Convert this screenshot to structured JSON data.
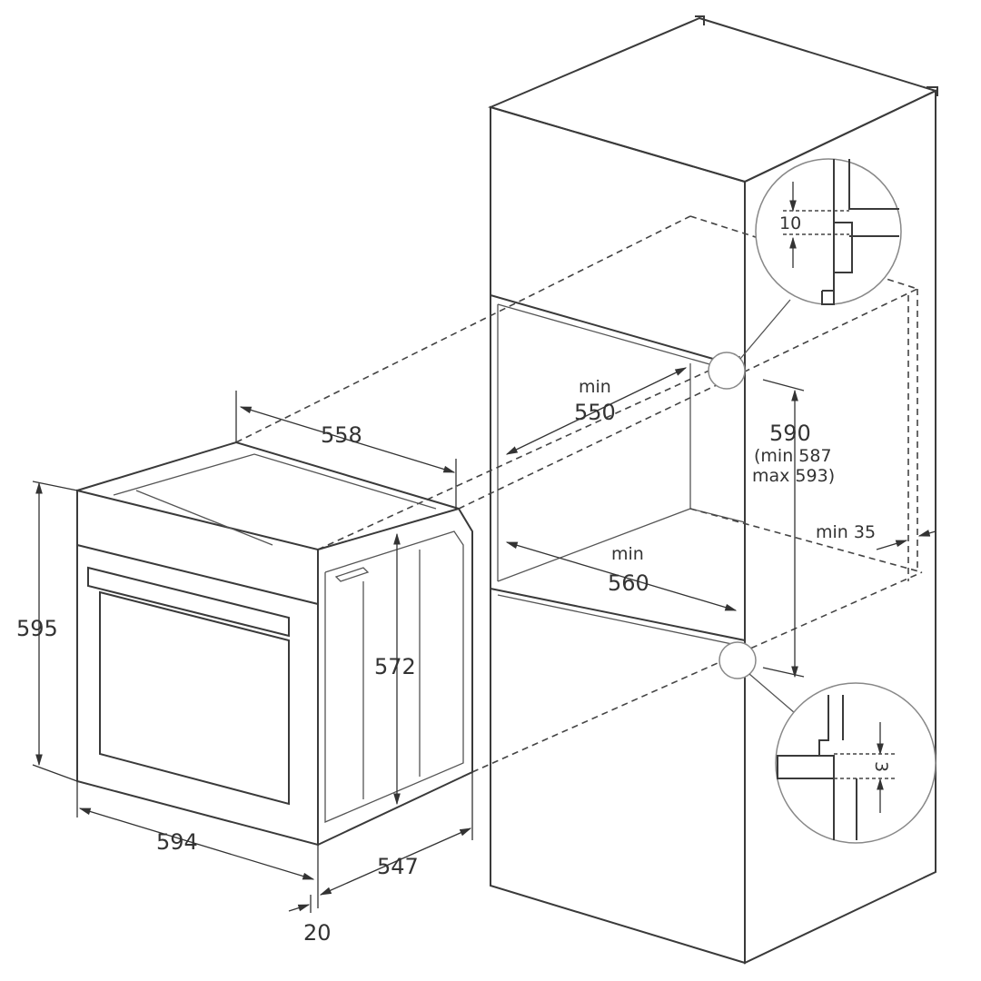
{
  "diagram": {
    "oven": {
      "width_label": "594",
      "height_label": "595",
      "depth_top_label": "558",
      "side_height_label": "572",
      "depth_side_label": "547",
      "front_thickness_label": "20"
    },
    "niche": {
      "depth_prefix": "min",
      "depth_value": "550",
      "height_value": "590",
      "height_range_line1": "(min 587",
      "height_range_line2": "max 593)",
      "width_prefix": "min",
      "width_value": "560",
      "rear_gap_label": "min 35"
    },
    "details": {
      "top_gap_label": "10",
      "bottom_gap_label": "3"
    }
  }
}
